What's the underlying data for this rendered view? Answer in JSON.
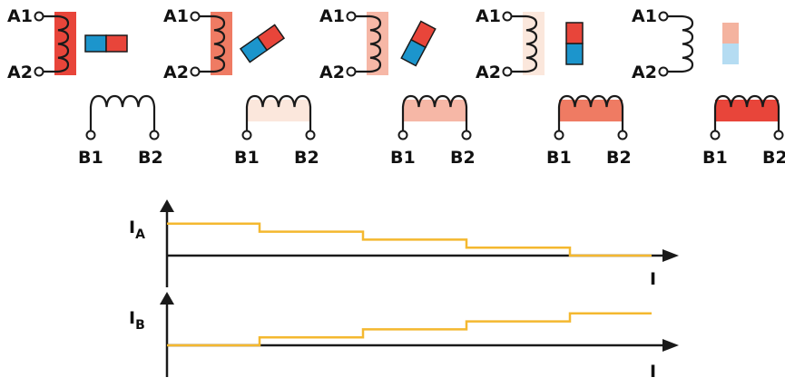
{
  "colors": {
    "wire": "#1a1a1a",
    "step_current": "#f4b82f",
    "magnet_north": "#e8453a",
    "magnet_south": "#1c95cc",
    "fills": [
      "#e8453a",
      "#ef7b63",
      "#f6b7a6",
      "#fbe7dc",
      "#ffffff"
    ]
  },
  "labels": {
    "a1": "A1",
    "a2": "A2",
    "b1": "B1",
    "b2": "B2",
    "ia_base": "I",
    "ia_sub": "A",
    "ib_base": "I",
    "ib_sub": "B",
    "time_axis_top": "I",
    "time_axis_bottom": "I"
  },
  "stages": [
    {
      "a_fill": 0,
      "b_fill": 4,
      "rotor_angle_deg": 0,
      "rotor_faded": false
    },
    {
      "a_fill": 1,
      "b_fill": 3,
      "rotor_angle_deg": -35,
      "rotor_faded": false
    },
    {
      "a_fill": 2,
      "b_fill": 2,
      "rotor_angle_deg": -62,
      "rotor_faded": false
    },
    {
      "a_fill": 3,
      "b_fill": 1,
      "rotor_angle_deg": -90,
      "rotor_faded": false
    },
    {
      "a_fill": 4,
      "b_fill": 0,
      "rotor_angle_deg": -90,
      "rotor_faded": true
    }
  ],
  "waveforms": {
    "ia_levels": [
      4,
      3,
      2,
      1,
      0
    ],
    "ib_levels": [
      0,
      1,
      2,
      3,
      4
    ]
  }
}
